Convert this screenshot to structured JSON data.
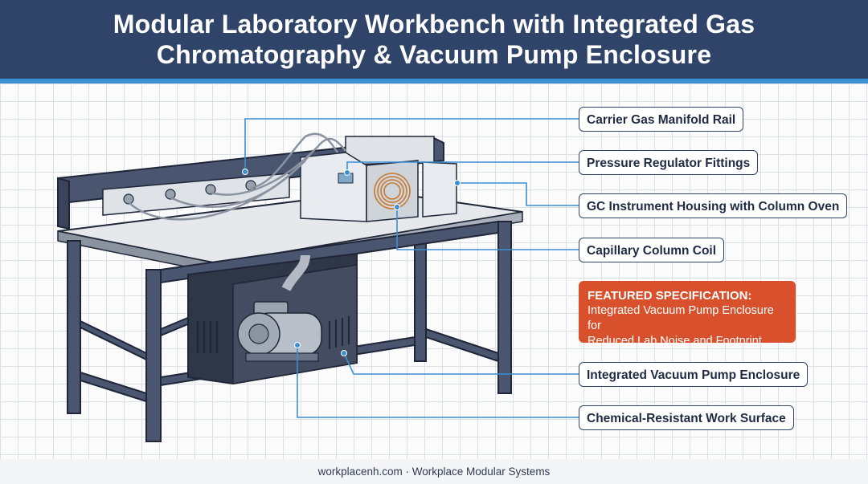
{
  "header": {
    "title_line1": "Modular Laboratory Workbench with Integrated Gas",
    "title_line2": "Chromatography & Vacuum Pump Enclosure"
  },
  "callouts": [
    {
      "id": "manifold",
      "label": "Carrier Gas Manifold Rail"
    },
    {
      "id": "regulator",
      "label": "Pressure Regulator Fittings"
    },
    {
      "id": "gc",
      "label": "GC Instrument Housing with Column Oven"
    },
    {
      "id": "coil",
      "label": "Capillary Column Coil"
    },
    {
      "id": "pump",
      "label": "Integrated Vacuum Pump Enclosure"
    },
    {
      "id": "surface",
      "label": "Chemical-Resistant Work Surface"
    }
  ],
  "featured": {
    "title": "FEATURED SPECIFICATION:",
    "body_line1": "Integrated Vacuum Pump Enclosure for",
    "body_line2": "Reduced Lab Noise and Footprint"
  },
  "footer": {
    "site": "workplacenh.com",
    "separator": "·",
    "company": "Workplace Modular Systems"
  },
  "colors": {
    "header_bg": "#2f4468",
    "header_accent": "#3a8fd6",
    "leader_line": "#3a8fd6",
    "featured_bg": "#d9512c",
    "frame": "#4a5570"
  }
}
